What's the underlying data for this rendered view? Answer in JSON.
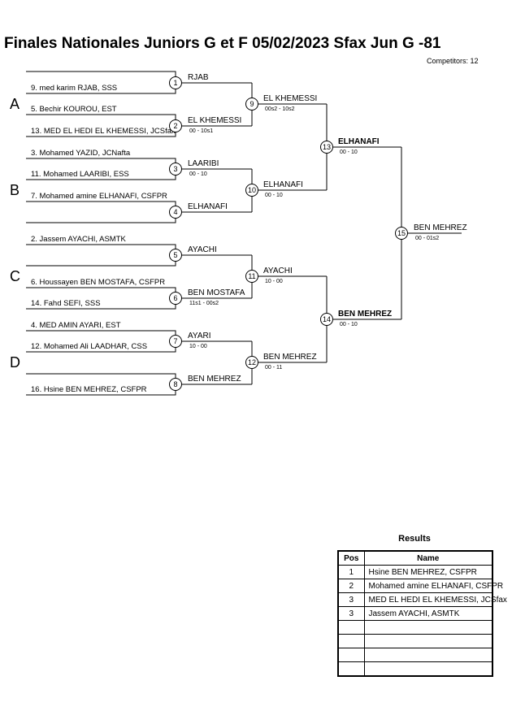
{
  "header": {
    "title": "Finales Nationales Juniors G et F  05/02/2023  Sfax   Jun G -81",
    "competitors": "Competitors: 12"
  },
  "pools": [
    "A",
    "B",
    "C",
    "D"
  ],
  "entrants": [
    "9. med karim RJAB, SSS",
    "5. Bechir KOUROU, EST",
    "13. MED EL HEDI EL KHEMESSI, JCSfax",
    "3. Mohamed YAZID, JCNafta",
    "11. Mohamed LAARIBI, ESS",
    "7. Mohamed amine ELHANAFI, CSFPR",
    "2. Jassem AYACHI, ASMTK",
    "6. Houssayen BEN MOSTAFA, CSFPR",
    "14. Fahd SEFI, SSS",
    "4. MED AMIN AYARI, EST",
    "12. Mohamed Ali LAADHAR, CSS",
    "16. Hsine BEN MEHREZ, CSFPR"
  ],
  "matches": [
    {
      "num": "1",
      "winner": "RJAB",
      "score": ""
    },
    {
      "num": "2",
      "winner": "EL KHEMESSI",
      "score": "00 - 10s1"
    },
    {
      "num": "3",
      "winner": "LAARIBI",
      "score": "00 - 10"
    },
    {
      "num": "4",
      "winner": "ELHANAFI",
      "score": ""
    },
    {
      "num": "5",
      "winner": "AYACHI",
      "score": ""
    },
    {
      "num": "6",
      "winner": "BEN MOSTAFA",
      "score": "11s1 - 00s2"
    },
    {
      "num": "7",
      "winner": "AYARI",
      "score": "10 - 00"
    },
    {
      "num": "8",
      "winner": "BEN MEHREZ",
      "score": ""
    },
    {
      "num": "9",
      "winner": "EL KHEMESSI",
      "score": "00s2 - 10s2"
    },
    {
      "num": "10",
      "winner": "ELHANAFI",
      "score": "00 - 10"
    },
    {
      "num": "11",
      "winner": "AYACHI",
      "score": "10 - 00"
    },
    {
      "num": "12",
      "winner": "BEN MEHREZ",
      "score": "00 - 11"
    },
    {
      "num": "13",
      "winner": "ELHANAFI",
      "score": "00 - 10"
    },
    {
      "num": "14",
      "winner": "BEN MEHREZ",
      "score": "00 - 10"
    },
    {
      "num": "15",
      "winner": "BEN MEHREZ",
      "score": "00 - 01s2"
    }
  ],
  "results": {
    "title": "Results",
    "headers": {
      "pos": "Pos",
      "name": "Name"
    },
    "rows": [
      {
        "pos": "1",
        "name": "Hsine BEN MEHREZ, CSFPR"
      },
      {
        "pos": "2",
        "name": "Mohamed amine ELHANAFI, CSFPR"
      },
      {
        "pos": "3",
        "name": "MED EL HEDI EL KHEMESSI, JCSfax"
      },
      {
        "pos": "3",
        "name": "Jassem AYACHI, ASMTK"
      },
      {
        "pos": "",
        "name": ""
      },
      {
        "pos": "",
        "name": ""
      },
      {
        "pos": "",
        "name": ""
      },
      {
        "pos": "",
        "name": ""
      }
    ]
  }
}
